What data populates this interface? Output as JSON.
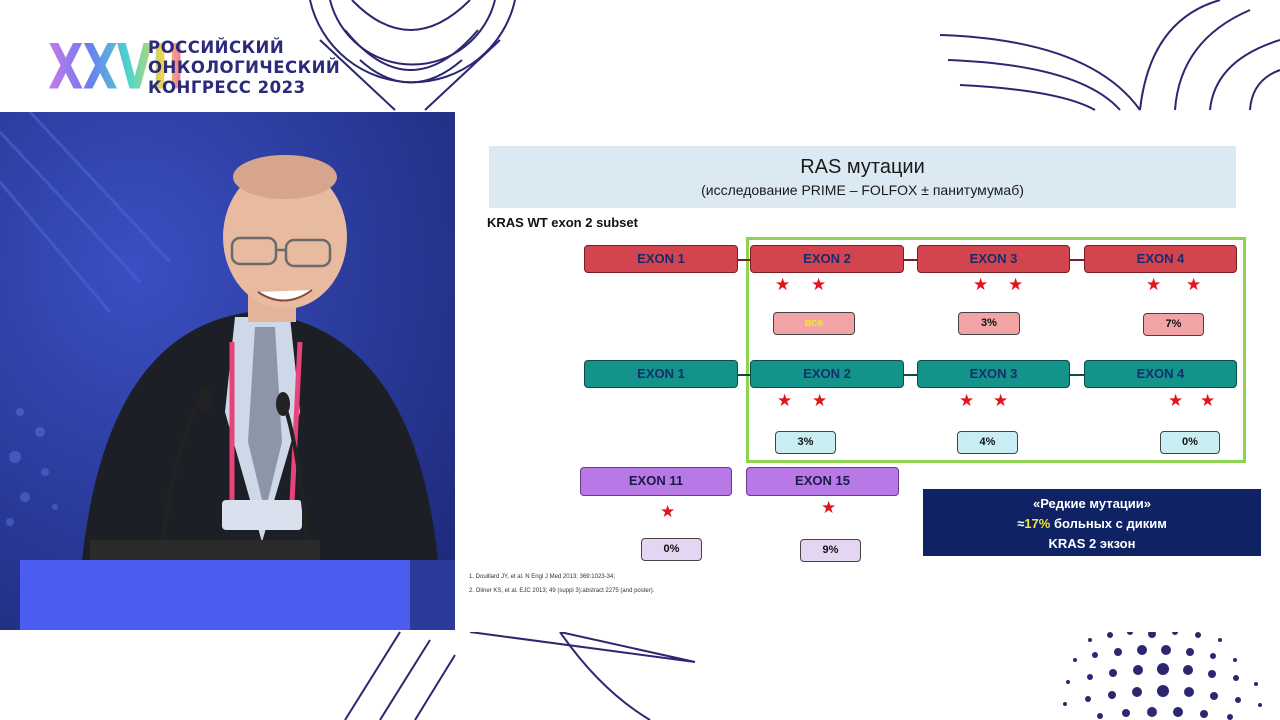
{
  "logo": {
    "numeral": "XXVII",
    "line1": "РОССИЙСКИЙ",
    "line2": "ОНКОЛОГИЧЕСКИЙ",
    "line3": "КОНГРЕСС 2023"
  },
  "slide": {
    "title": "RAS мутации",
    "subtitle": "(исследование PRIME – FOLFOX ± панитумумаб)",
    "subset_label": "KRAS WT exon 2 subset",
    "kras_row": {
      "exons": [
        "EXON 1",
        "EXON 2",
        "EXON 3",
        "EXON 4"
      ],
      "values": [
        "все",
        "3%",
        "7%"
      ]
    },
    "nras_row": {
      "exons": [
        "EXON 1",
        "EXON 2",
        "EXON 3",
        "EXON 4"
      ],
      "values": [
        "3%",
        "4%",
        "0%"
      ]
    },
    "braf_row": {
      "exons": [
        "EXON 11",
        "EXON 15"
      ],
      "values": [
        "0%",
        "9%"
      ]
    },
    "rare_box": {
      "line1": "«Редкие мутации»",
      "line2_prefix": "≈",
      "line2_highlight": "17%",
      "line2_suffix": " больных с диким",
      "line3": "KRAS 2 экзон"
    },
    "references": [
      "1. Douillard JY, et al. N Engl J Med 2013; 369:1023-34;",
      "2. Oliner KS, et al. EJC 2013; 49 (suppl 3):abstract 2275 (and poster)."
    ]
  },
  "colors": {
    "kras_exon": "#d2444e",
    "nras_exon": "#14938b",
    "braf_exon": "#b878e6",
    "green_frame": "#8fd450",
    "rare_box_bg": "#0f2364",
    "highlight": "#f5e23a",
    "star": "#e0141c"
  }
}
